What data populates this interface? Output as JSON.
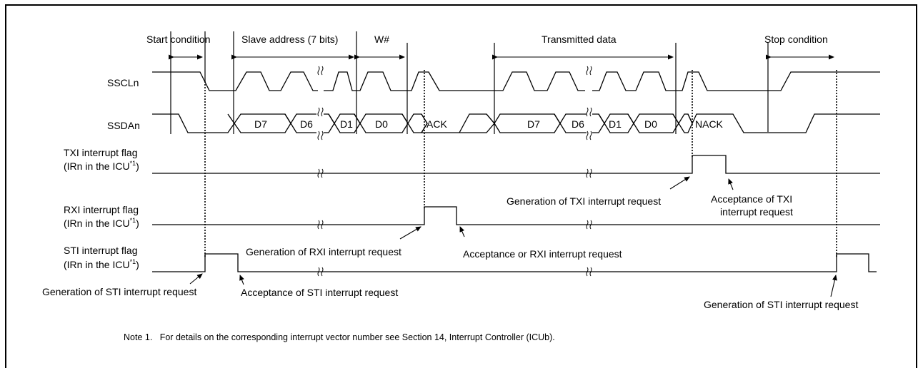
{
  "phases": {
    "start": "Start condition",
    "slave": "Slave address (7 bits)",
    "write": "W#",
    "data": "Transmitted data",
    "stop": "Stop condition"
  },
  "signals": {
    "scl": "SSCLn",
    "sda": "SSDAn"
  },
  "flags": {
    "txi": "TXI interrupt flag",
    "rxi": "RXI interrupt flag",
    "sti": "STI interrupt flag",
    "irn_prefix": "(IRn in the ICU",
    "irn_sup": "*1",
    "irn_suffix": ")"
  },
  "bits": {
    "d7": "D7",
    "d6": "D6",
    "d1": "D1",
    "d0": "D0",
    "ack": "ACK",
    "nack": "NACK"
  },
  "annotations": {
    "gen_sti": "Generation of STI interrupt request",
    "acc_sti": "Acceptance of STI interrupt request",
    "gen_rxi": "Generation of RXI interrupt request",
    "acc_rxi": "Acceptance or RXI interrupt request",
    "gen_txi": "Generation of TXI interrupt request",
    "acc_txi_1": "Acceptance of TXI",
    "acc_txi_2": "interrupt request",
    "gen_sti_end": "Generation of STI interrupt request"
  },
  "note": "Note 1.   For details on the corresponding interrupt vector number see Section 14, Interrupt Controller (ICUb)."
}
